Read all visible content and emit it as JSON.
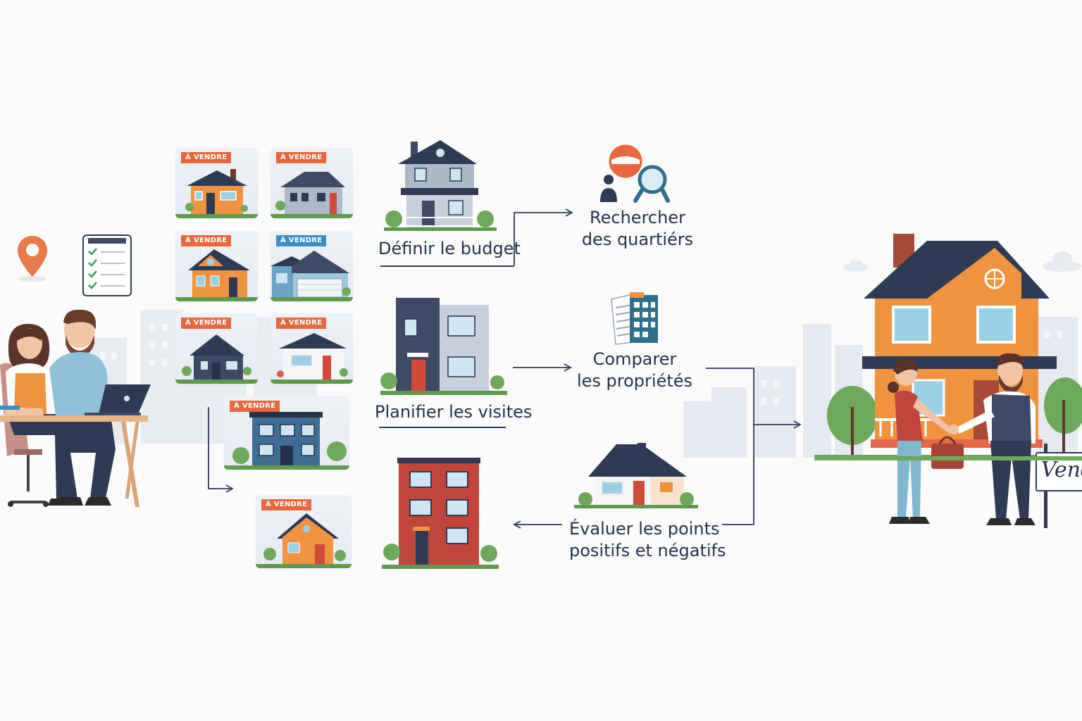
{
  "colors": {
    "navy": "#2f3a55",
    "orange": "#ef9340",
    "red_orange": "#e8673c",
    "blue": "#3a8fc6",
    "teal": "#2e6f8c",
    "green": "#6ea85a",
    "text": "#26314a",
    "background": "#fbfbfb"
  },
  "listings": {
    "badge_text": "À VENDRE"
  },
  "steps": {
    "budget": "Définir le budget",
    "visits": "Planifier les visites",
    "neighborhoods": [
      "Rechercher",
      "des quartiérs"
    ],
    "compare": [
      "Comparer",
      "les propriétés"
    ],
    "evaluate": [
      "Évaluer les points",
      "positifs et négatifs"
    ]
  },
  "sale_sign": "Vend",
  "icons": [
    "location-pin-icon",
    "checklist-icon",
    "search-people-icon",
    "comparison-list-icon"
  ]
}
